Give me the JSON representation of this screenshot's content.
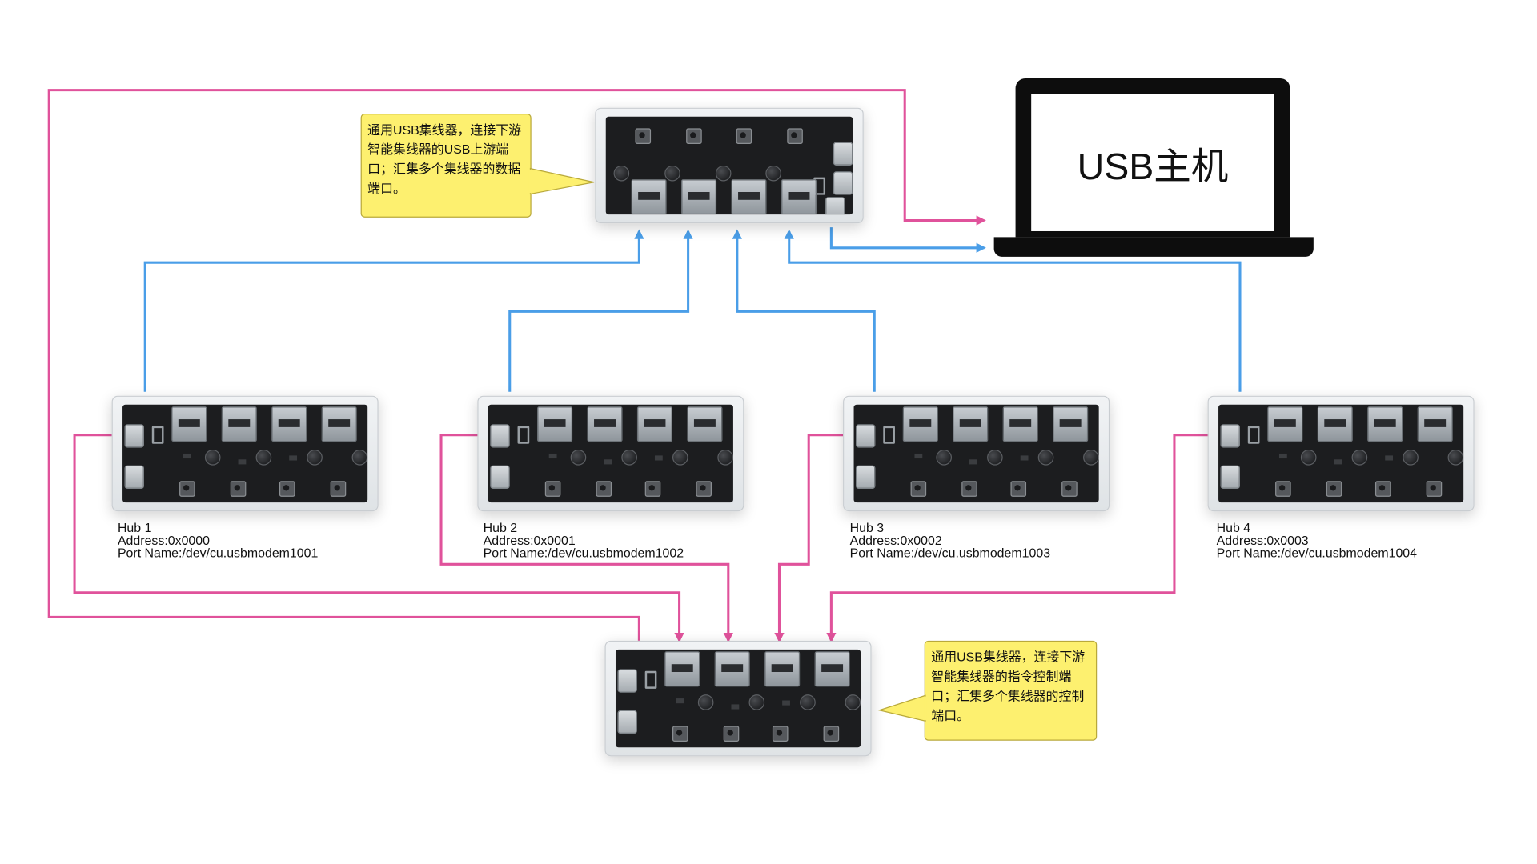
{
  "host": {
    "label": "USB主机"
  },
  "notes": {
    "top": "通用USB集线器，连接下游智能集线器的USB上游端口；汇集多个集线器的数据端口。",
    "bottom": "通用USB集线器，连接下游智能集线器的指令控制端口；汇集多个集线器的控制端口。"
  },
  "hubs": [
    {
      "name": "Hub 1",
      "address": "Address:0x0000",
      "port": "Port Name:/dev/cu.usbmodem1001"
    },
    {
      "name": "Hub 2",
      "address": "Address:0x0001",
      "port": "Port Name:/dev/cu.usbmodem1002"
    },
    {
      "name": "Hub 3",
      "address": "Address:0x0002",
      "port": "Port Name:/dev/cu.usbmodem1003"
    },
    {
      "name": "Hub 4",
      "address": "Address:0x0003",
      "port": "Port Name:/dev/cu.usbmodem1004"
    }
  ],
  "colors": {
    "data_link": "#4a9ee8",
    "control_link": "#e0529b",
    "note_fill": "#fdf06f"
  }
}
